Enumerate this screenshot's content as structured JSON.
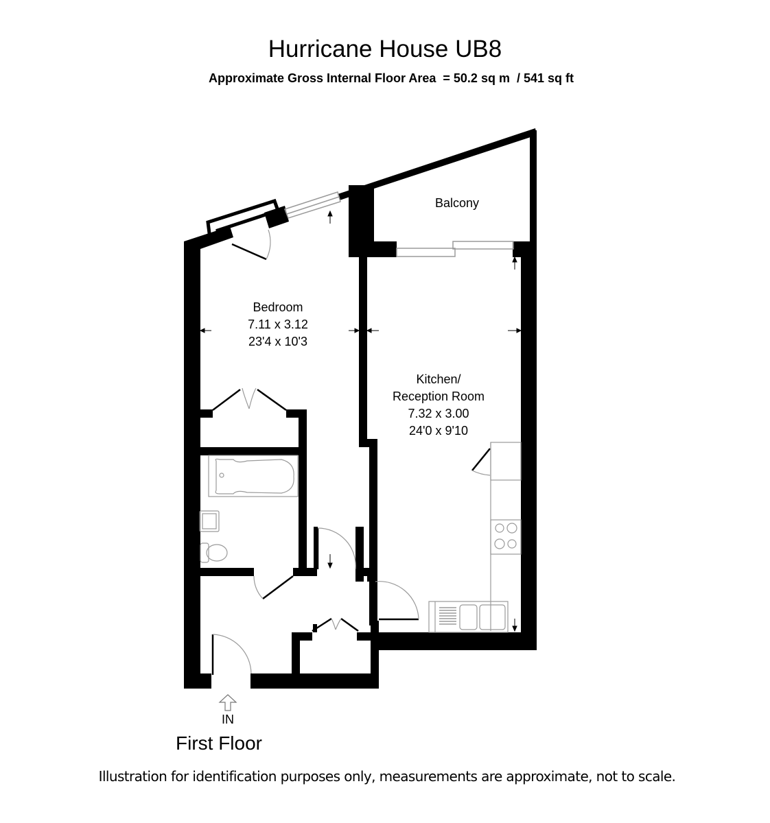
{
  "header": {
    "title": "Hurricane House UB8",
    "subtitle": "Approximate Gross Internal Floor Area  = 50.2 sq m  / 541 sq ft"
  },
  "rooms": {
    "balcony": {
      "name": "Balcony"
    },
    "bedroom": {
      "name": "Bedroom",
      "metric": "7.11 x 3.12",
      "imperial": "23'4 x 10'3"
    },
    "kitchen": {
      "name_line1": "Kitchen/",
      "name_line2": "Reception Room",
      "metric": "7.32 x 3.00",
      "imperial": "24'0 x 9'10"
    }
  },
  "entrance": {
    "label": "IN",
    "icon": "entrance-arrow-icon"
  },
  "floor": {
    "label": "First Floor"
  },
  "footer": {
    "disclaimer": "Illustration for identification purposes only, measurements are approximate, not to scale."
  },
  "colors": {
    "wall": "#000000",
    "fixture": "#9a9a9a",
    "background": "#ffffff"
  }
}
